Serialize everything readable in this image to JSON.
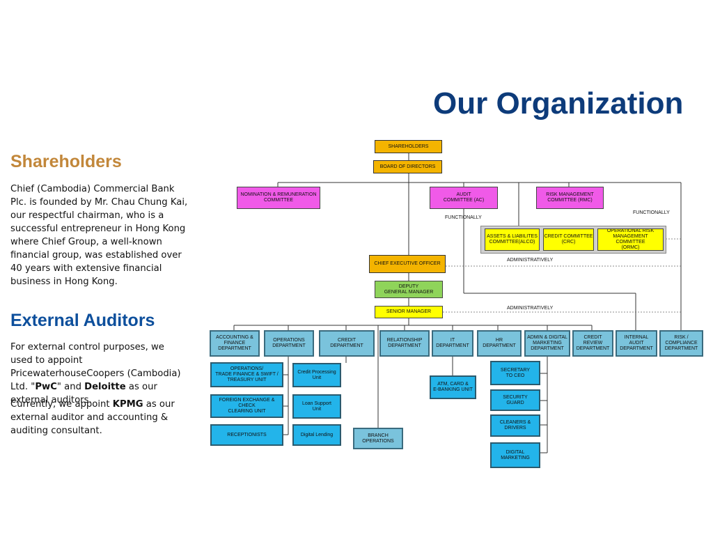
{
  "title": "Our Organization",
  "shareholders": {
    "heading": "Shareholders",
    "text": "Chief (Cambodia) Commercial Bank Plc. is founded by  Mr. Chau Chung Kai, our respectful chairman, who is a successful entrepreneur in Hong Kong where Chief Group, a well-known financial group, was established over 40 years with extensive financial business in Hong Kong."
  },
  "auditors": {
    "heading": "External Auditors",
    "p1_a": "For external control purposes, we used to appoint PricewaterhouseCoopers (Cambodia) Ltd. \"",
    "p1_pwc": "PwC",
    "p1_b": "\" and ",
    "p1_deloitte": "Deloitte",
    "p1_c": " as our external auditors.",
    "p2_a": "Currently, we appoint ",
    "p2_kpmg": "KPMG",
    "p2_b": " as our external auditor and accounting & auditing consultant."
  },
  "org": {
    "shareholders": "SHAREHOLDERS",
    "board": "BOARD OF DIRECTORS",
    "nomination": "NOMINATION & REMUNERATION\nCOMMITTEE",
    "audit_committee": "AUDIT\nCOMMITTEE (AC)",
    "risk_committee": "RISK MANAGEMENT\nCOMMITTEE (RMC)",
    "alco": "ASSETS & LIABILITES\nCOMMITTEE(ALCO)",
    "crc": "CREDIT COMMITTEE\n(CRC)",
    "ormc": "OPERATIONAL RISK\nMANAGEMENT COMMITTEE\n(ORMC)",
    "ceo": "CHIEF EXECUTIVE OFFICER",
    "dgm": "DEPUTY\nGENERAL MANAGER",
    "senior_manager": "SENIOR MANAGER",
    "functionally_1": "FUNCTIONALLY",
    "functionally_2": "FUNCTIONALLY",
    "administratively_1": "ADMINISTRATIVELY",
    "administratively_2": "ADMINISTRATIVELY",
    "departments": {
      "accounting": "ACCOUNTING &\nFINANCE\nDEPARTMENT",
      "operations": "OPERATIONS\nDEPARTMENT",
      "credit": "CREDIT\nDEPARTMENT",
      "relationship": "RELATIONSHIP\nDEPARTMENT",
      "it": "IT\nDEPARTMENT",
      "hr": "HR\nDEPARTMENT",
      "admin_digital": "ADMIN & DIGITAL\nMARKETING\nDEPARTMENT",
      "credit_review": "CREDIT\nREVIEW\nDEPARTMENT",
      "internal_audit": "INTERNAL\nAUDIT\nDEPARTMENT",
      "risk_compliance": "RISK /\nCOMPLIANCE\nDEPARTMENT"
    },
    "units": {
      "ops_trade": "OPERATIONS/\nTRADE FINANCE & SWIFT /\nTREASURY UNIT",
      "fx_check": "FOREIGN EXCHANGE & CHECK\nCLEARING UNIT",
      "receptionists": "RECEPTIONISTS",
      "credit_processing": "Credit Processing\nUnit",
      "loan_support": "Loan Support\nUnit",
      "digital_lending": "Digital Lending",
      "branch_ops": "BRANCH\nOPERATIONS",
      "atm": "ATM, CARD &\nE-BANKING UNIT",
      "secretary": "SECRETARY\nTO CEO",
      "security": "SECURITY\nGUARD",
      "cleaners": "CLEANERS &\nDRIVERS",
      "digital_marketing": "DIGITAL\nMARKETING"
    }
  }
}
